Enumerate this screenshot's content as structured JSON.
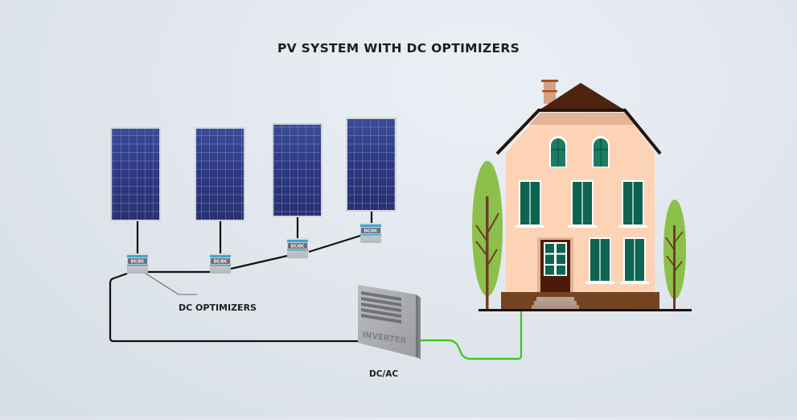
{
  "title": "PV SYSTEM WITH DC OPTIMIZERS",
  "labels": {
    "optimizers": "DC OPTIMIZERS",
    "inverter_type": "DC/AC",
    "inverter_name": "INVERTER",
    "optimizer_unit": "DC/DC"
  },
  "components": {
    "solar_panels": 4,
    "dc_optimizers": 4,
    "inverter": 1,
    "house": 1
  },
  "colors": {
    "panel": "#2b3577",
    "panel_frame": "#c9ced6",
    "dc_wire": "#111111",
    "ac_wire": "#3cc21a",
    "optimizer_stripe": "#3aa6d8",
    "optimizer_label_bg": "#6d7073",
    "house_wall": "#fdd3b5",
    "roof": "#4e2410",
    "window": "#0d6450",
    "tree": "#8cc04a",
    "foundation": "#744420"
  }
}
